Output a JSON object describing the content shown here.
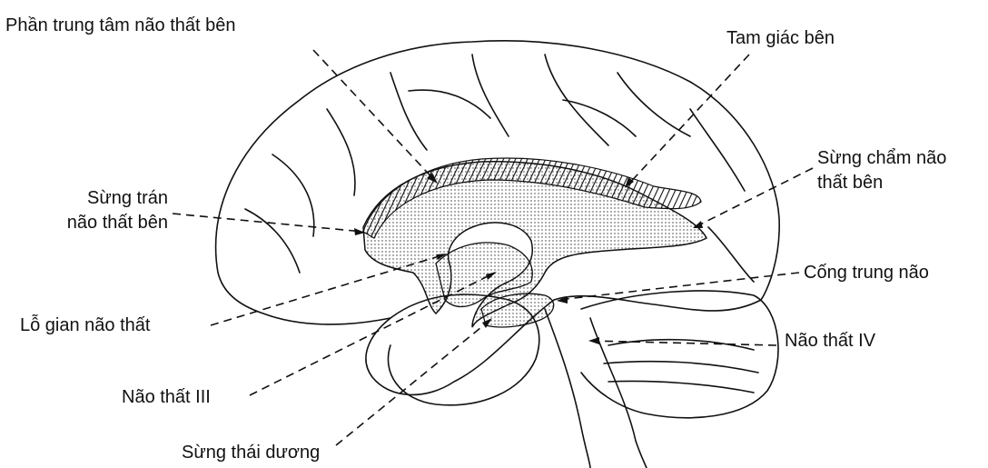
{
  "labels": {
    "central_part": "Phần trung tâm não thất bên",
    "trigone": "Tam giác bên",
    "occipital_horn_1": "Sừng chẩm não",
    "occipital_horn_2": "thất bên",
    "frontal_horn_1": "Sừng trán",
    "frontal_horn_2": "não thất bên",
    "aqueduct": "Cống trung não",
    "interventricular_foramen": "Lỗ gian não thất",
    "fourth_ventricle": "Não thất IV",
    "third_ventricle": "Não thất III",
    "temporal_horn": "Sừng thái dương"
  },
  "colors": {
    "ink": "#111111",
    "background": "#ffffff"
  }
}
